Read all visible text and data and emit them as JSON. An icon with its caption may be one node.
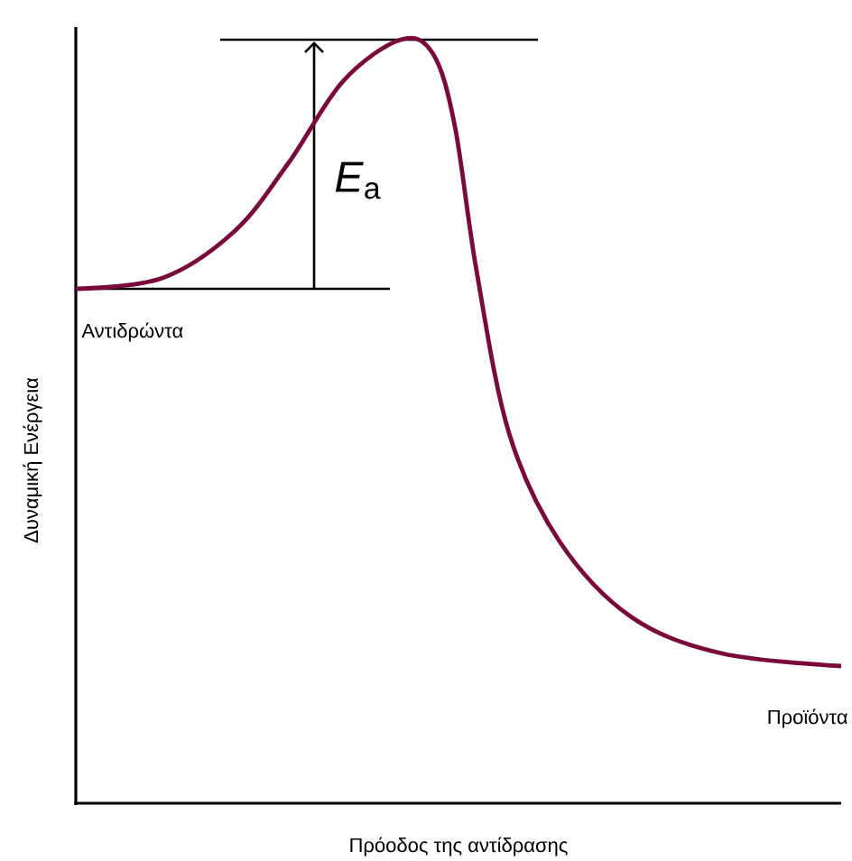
{
  "diagram": {
    "labels": [
      "*E*$_{a}$",
      "Αντιδρώντα",
      "Δυναμική Ενέργεια",
      "Προϊόντα",
      "Πρόοδος της αντίδρασης"
    ]
  }
}
